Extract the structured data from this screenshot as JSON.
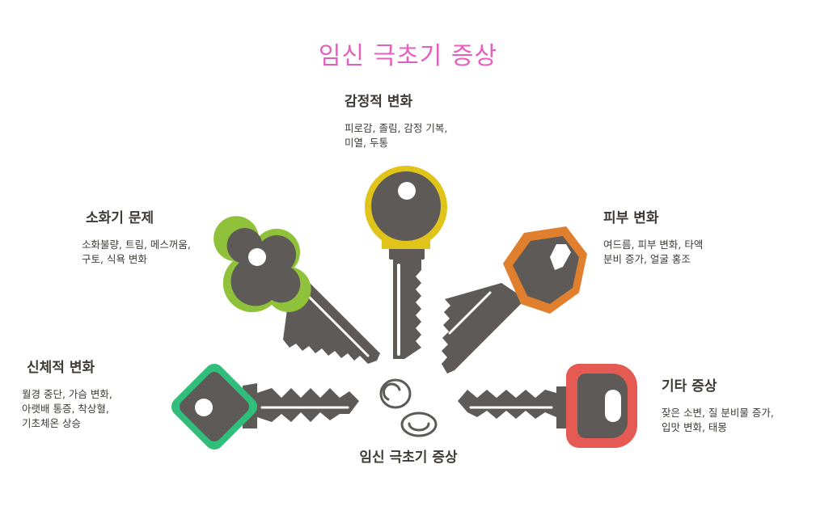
{
  "title": "임신 극초기 증상",
  "center_label": "임신 극초기 증상",
  "colors": {
    "title": "#e45fc0",
    "key_body": "#5d5a58",
    "emotional": "#e0c41a",
    "skin": "#e07f2e",
    "digestive": "#8fc13a",
    "physical": "#2fbf7a",
    "other": "#e55a52"
  },
  "categories": {
    "emotional": {
      "head": "감정적 변화",
      "lines": [
        "피로감, 졸림, 감정 기복,",
        "미열, 두통"
      ]
    },
    "skin": {
      "head": "피부 변화",
      "lines": [
        "여드름, 피부 변화, 타액",
        "분비 증가, 얼굴 홍조"
      ]
    },
    "digestive": {
      "head": "소화기 문제",
      "lines": [
        "소화불량, 트림, 메스꺼움,",
        "구토, 식욕 변화"
      ]
    },
    "physical": {
      "head": "신체적 변화",
      "lines": [
        "월경 중단, 가슴 변화,",
        "아랫배 통증, 착상혈,",
        "기초체온 상승"
      ]
    },
    "other": {
      "head": "기타 증상",
      "lines": [
        "잦은 소변, 질 분비물 증가,",
        "입맛 변화, 태몽"
      ]
    }
  }
}
